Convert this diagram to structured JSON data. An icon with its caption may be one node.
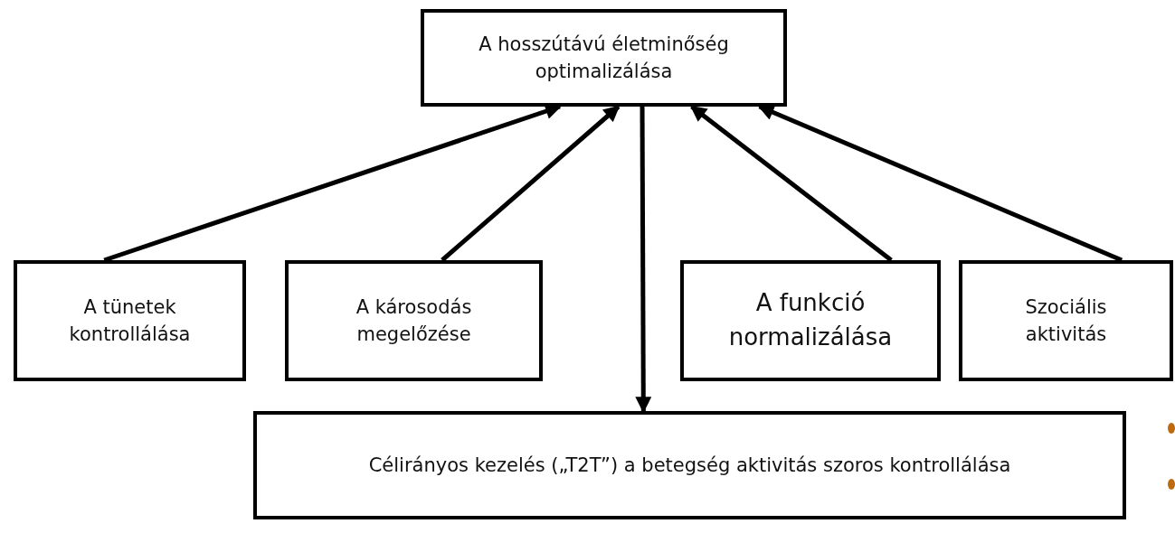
{
  "diagram": {
    "nodes": [
      {
        "text": [
          "A hosszútávú életminőség optimalizálása"
        ]
      },
      {
        "text": [
          "A tünetek kontrollálása"
        ]
      },
      {
        "text": [
          "A károsodás megelőzése"
        ]
      },
      {
        "text": [
          "A funkció normalizálása"
        ]
      },
      {
        "text": [
          "Szociális aktivitás"
        ]
      },
      {
        "text": [
          "Célirányos kezelés („T2T”) a betegség aktivitás szoros kontrollálása"
        ]
      }
    ],
    "edges": [
      {
        "from": 1,
        "to": 0,
        "arrow": "to"
      },
      {
        "from": 2,
        "to": 0,
        "arrow": "to"
      },
      {
        "from": 3,
        "to": 0,
        "arrow": "to"
      },
      {
        "from": 4,
        "to": 0,
        "arrow": "to"
      },
      {
        "from": 0,
        "to": 5,
        "arrow": "to"
      }
    ]
  }
}
